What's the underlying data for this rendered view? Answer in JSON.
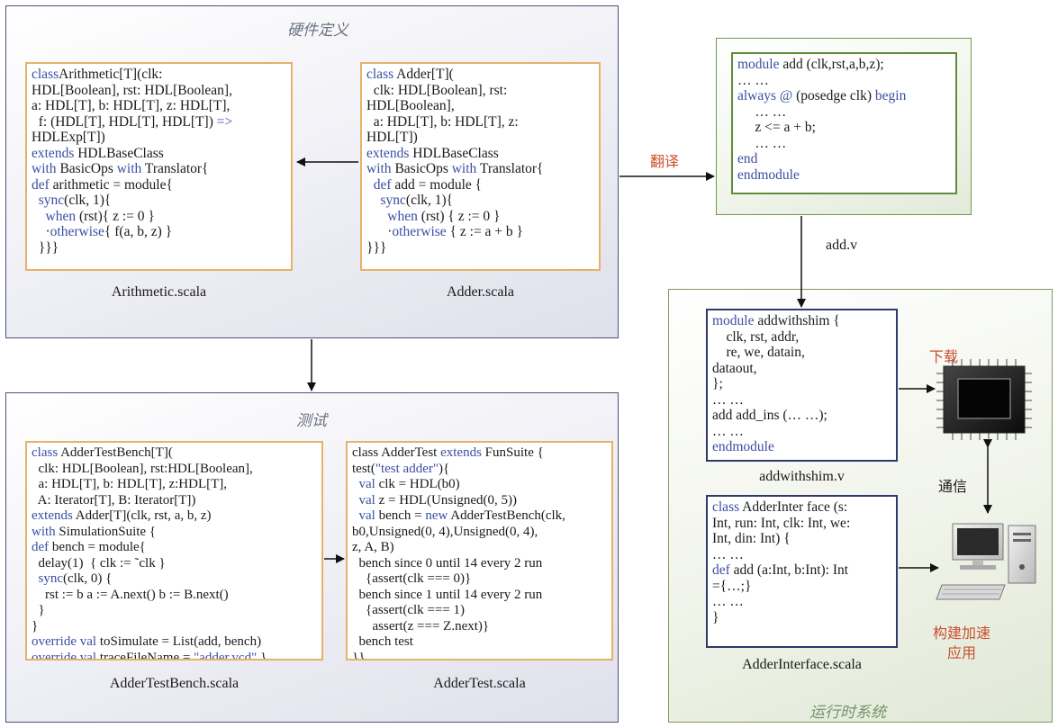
{
  "hw_panel": {
    "title": "硬件定义",
    "arithmetic_caption": "Arithmetic.scala",
    "adder_caption": "Adder.scala",
    "arithmetic_code": [
      [
        [
          "kw",
          "class"
        ],
        [
          "",
          "Arithmetic[T](clk:"
        ]
      ],
      [
        [
          "",
          "HDL[Boolean], rst: HDL[Boolean],"
        ]
      ],
      [
        [
          "",
          "a: HDL[T], b: HDL[T], z: HDL[T],"
        ]
      ],
      [
        [
          "",
          "  f: (HDL[T], HDL[T], HDL[T]) "
        ],
        [
          "kw",
          "=>"
        ]
      ],
      [
        [
          "",
          "HDLExp[T])"
        ]
      ],
      [
        [
          "kw",
          "extends"
        ],
        [
          "",
          " HDLBaseClass"
        ]
      ],
      [
        [
          "kw",
          "with"
        ],
        [
          "",
          " BasicOps "
        ],
        [
          "kw",
          "with"
        ],
        [
          "",
          " Translator{"
        ]
      ],
      [
        [
          "kw",
          "def"
        ],
        [
          "",
          " arithmetic = module{"
        ]
      ],
      [
        [
          "",
          "  "
        ],
        [
          "kw",
          "sync"
        ],
        [
          "",
          "(clk, 1){"
        ]
      ],
      [
        [
          "",
          "    "
        ],
        [
          "kw",
          "when"
        ],
        [
          "",
          " (rst){ z := 0 }"
        ]
      ],
      [
        [
          "",
          "    ·"
        ],
        [
          "kw",
          "otherwise"
        ],
        [
          "",
          "{ f(a, b, z) }"
        ]
      ],
      [
        [
          "",
          "  }}}"
        ]
      ]
    ],
    "adder_code": [
      [
        [
          "kw",
          "class"
        ],
        [
          "",
          " Adder[T]("
        ]
      ],
      [
        [
          "",
          "  clk: HDL[Boolean], rst:"
        ]
      ],
      [
        [
          "",
          "HDL[Boolean],"
        ]
      ],
      [
        [
          "",
          "  a: HDL[T], b: HDL[T], z:"
        ]
      ],
      [
        [
          "",
          "HDL[T])"
        ]
      ],
      [
        [
          "kw",
          "extends"
        ],
        [
          "",
          " HDLBaseClass"
        ]
      ],
      [
        [
          "kw",
          "with"
        ],
        [
          "",
          " BasicOps "
        ],
        [
          "kw",
          "with"
        ],
        [
          "",
          " Translator{"
        ]
      ],
      [
        [
          "",
          "  "
        ],
        [
          "kw",
          "def"
        ],
        [
          "",
          " add = module {"
        ]
      ],
      [
        [
          "",
          "    "
        ],
        [
          "kw",
          "sync"
        ],
        [
          "",
          "(clk, 1){"
        ]
      ],
      [
        [
          "",
          "      "
        ],
        [
          "kw",
          "when"
        ],
        [
          "",
          " (rst) { z := 0 }"
        ]
      ],
      [
        [
          "",
          "      ·"
        ],
        [
          "kw",
          "otherwise"
        ],
        [
          "",
          " { z := a + b }"
        ]
      ],
      [
        [
          "",
          "}}}"
        ]
      ]
    ]
  },
  "test_panel": {
    "title": "测试",
    "bench_caption": "AdderTestBench.scala",
    "test_caption": "AdderTest.scala",
    "bench_code": [
      [
        [
          "kw",
          "class"
        ],
        [
          "",
          " AdderTestBench[T]("
        ]
      ],
      [
        [
          "",
          "  clk: HDL[Boolean], rst:HDL[Boolean],"
        ]
      ],
      [
        [
          "",
          "  a: HDL[T], b: HDL[T], z:HDL[T],"
        ]
      ],
      [
        [
          "",
          "  A: Iterator[T], B: Iterator[T])"
        ]
      ],
      [
        [
          "kw",
          "extends"
        ],
        [
          "",
          " Adder[T](clk, rst, a, b, z)"
        ]
      ],
      [
        [
          "kw",
          "with"
        ],
        [
          "",
          " SimulationSuite {"
        ]
      ],
      [
        [
          "kw",
          "def"
        ],
        [
          "",
          " bench = module{"
        ]
      ],
      [
        [
          "",
          "  delay(1)  { clk := ˜clk }"
        ]
      ],
      [
        [
          "",
          "  "
        ],
        [
          "kw",
          "sync"
        ],
        [
          "",
          "(clk, 0) {"
        ]
      ],
      [
        [
          "",
          "    rst := b a := A.next() b := B.next()"
        ]
      ],
      [
        [
          "",
          "  }"
        ]
      ],
      [
        [
          "",
          "}"
        ]
      ],
      [
        [
          "kw",
          "override val"
        ],
        [
          "",
          " toSimulate = List(add, bench)"
        ]
      ],
      [
        [
          "kw",
          "override val"
        ],
        [
          "",
          " traceFileName = "
        ],
        [
          "str",
          "\"adder.vcd\""
        ],
        [
          "",
          " }"
        ]
      ]
    ],
    "test_code": [
      [
        [
          "",
          "class AdderTest "
        ],
        [
          "kw",
          "extends"
        ],
        [
          "",
          " FunSuite {"
        ]
      ],
      [
        [
          "",
          "test("
        ],
        [
          "str",
          "\"test adder\""
        ],
        [
          "",
          ")"
        ],
        [
          "",
          "{"
        ]
      ],
      [
        [
          "",
          "  "
        ],
        [
          "kw",
          "val"
        ],
        [
          "",
          " clk = HDL(b0)"
        ]
      ],
      [
        [
          "",
          "  "
        ],
        [
          "kw",
          "val"
        ],
        [
          "",
          " z = HDL(Unsigned(0, 5))"
        ]
      ],
      [
        [
          "",
          "  "
        ],
        [
          "kw",
          "val"
        ],
        [
          "",
          " bench = "
        ],
        [
          "kw",
          "new"
        ],
        [
          "",
          " AdderTestBench(clk,"
        ]
      ],
      [
        [
          "",
          "b0,Unsigned(0, 4),Unsigned(0, 4),"
        ]
      ],
      [
        [
          "",
          "z, A, B)"
        ]
      ],
      [
        [
          "",
          "  bench since 0 until 14 every 2 run"
        ]
      ],
      [
        [
          "",
          "    {assert(clk === 0)}"
        ]
      ],
      [
        [
          "",
          "  bench since 1 until 14 every 2 run"
        ]
      ],
      [
        [
          "",
          "    {assert(clk === 1)"
        ]
      ],
      [
        [
          "",
          "      assert(z === Z.next)}"
        ]
      ],
      [
        [
          "",
          "  bench test"
        ]
      ],
      [
        [
          "",
          "}}"
        ]
      ]
    ]
  },
  "verilog_box": {
    "code": [
      [
        [
          "kw",
          "module"
        ],
        [
          "",
          " add (clk,rst,a,b,z);"
        ]
      ],
      [
        [
          "",
          "… …"
        ]
      ],
      [
        [
          "kw",
          "always @"
        ],
        [
          "",
          " (posedge clk) "
        ],
        [
          "kw",
          "begin"
        ]
      ],
      [
        [
          "",
          "     … …"
        ]
      ],
      [
        [
          "",
          "     z <= a + b;"
        ]
      ],
      [
        [
          "",
          "     … …"
        ]
      ],
      [
        [
          "kw",
          "end"
        ]
      ],
      [
        [
          "kw",
          "endmodule"
        ]
      ]
    ],
    "translate_label": "翻译",
    "file_label": "add.v"
  },
  "runtime_panel": {
    "title": "运行时系统",
    "shim_caption": "addwithshim.v",
    "inter_caption": "AdderInterface.scala",
    "download_label": "下载",
    "comm_label": "通信",
    "accel_label_line1": "构建加速",
    "accel_label_line2": "应用",
    "shim_code": [
      [
        [
          "kw",
          "module"
        ],
        [
          "",
          " addwithshim {"
        ]
      ],
      [
        [
          "",
          "    clk, rst, addr,"
        ]
      ],
      [
        [
          "",
          "    re, we, datain,"
        ]
      ],
      [
        [
          "",
          "dataout,"
        ]
      ],
      [
        [
          "",
          "};"
        ]
      ],
      [
        [
          "",
          "… …"
        ]
      ],
      [
        [
          "",
          "add add_ins (… …);"
        ]
      ],
      [
        [
          "",
          "… …"
        ]
      ],
      [
        [
          "kw",
          "endmodule"
        ]
      ]
    ],
    "inter_code": [
      [
        [
          "kw",
          "class"
        ],
        [
          "",
          " AdderInter face (s:"
        ]
      ],
      [
        [
          "",
          "Int, run: Int, clk: Int, we:"
        ]
      ],
      [
        [
          "",
          "Int, din: Int) {"
        ]
      ],
      [
        [
          "",
          "… …"
        ]
      ],
      [
        [
          "kw",
          "def"
        ],
        [
          "",
          " add (a:Int, b:Int): Int"
        ]
      ],
      [
        [
          "",
          "={…;}"
        ]
      ],
      [
        [
          "",
          "… …"
        ]
      ],
      [
        [
          "",
          "}"
        ]
      ]
    ]
  },
  "colors": {
    "keyword": "#3b4ea3",
    "label_red": "#c8502e",
    "orange_border": "#e8b169",
    "navy_border": "#2d3a6b",
    "green_border": "#5d8e3c"
  }
}
